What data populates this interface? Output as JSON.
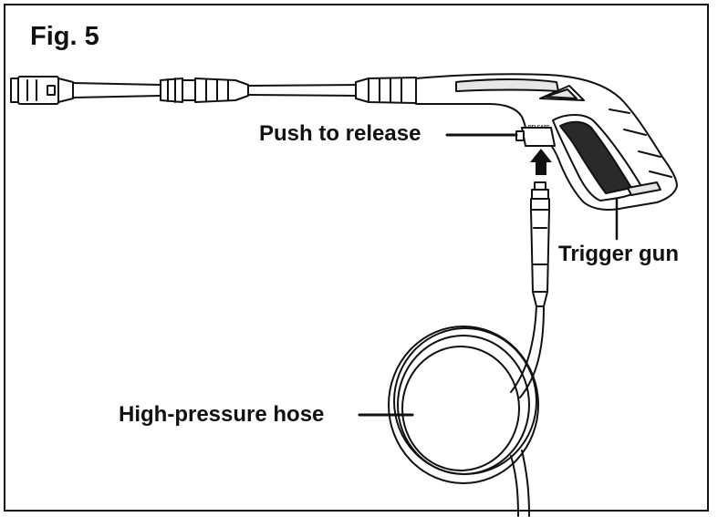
{
  "figure": {
    "title": "Fig. 5",
    "labels": {
      "push_to_release": "Push to release",
      "trigger_gun": "Trigger gun",
      "high_pressure_hose": "High-pressure hose"
    },
    "release_marking": "RELEASE"
  },
  "colors": {
    "line": "#111111",
    "fill_light": "#ffffff",
    "fill_shade": "#e6e6e6",
    "fill_dark": "#2a2a2a"
  }
}
